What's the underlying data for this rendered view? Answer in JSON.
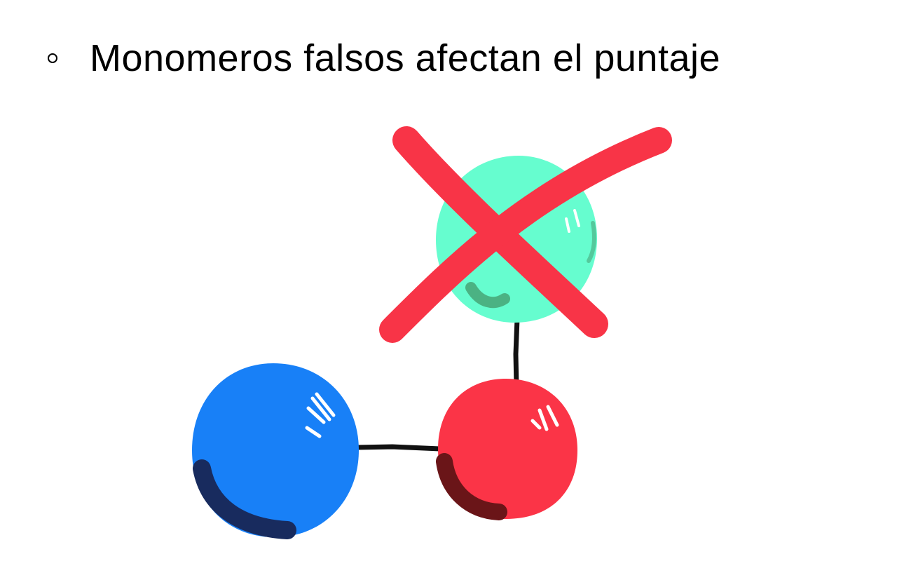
{
  "slide": {
    "bullet_text": "Monomeros falsos afectan el puntaje"
  },
  "diagram": {
    "nodes": [
      {
        "name": "green-monomer",
        "color": "#66FDCF",
        "shade": "#4BB283",
        "crossed_out": true
      },
      {
        "name": "red-monomer",
        "color": "#FB3447",
        "shade": "#6A1518",
        "crossed_out": false
      },
      {
        "name": "blue-monomer",
        "color": "#1880F7",
        "shade": "#182B5E",
        "crossed_out": false
      }
    ],
    "links": [
      {
        "from": "green-monomer",
        "to": "red-monomer"
      },
      {
        "from": "blue-monomer",
        "to": "red-monomer"
      }
    ],
    "cross_color": "#F83447"
  }
}
